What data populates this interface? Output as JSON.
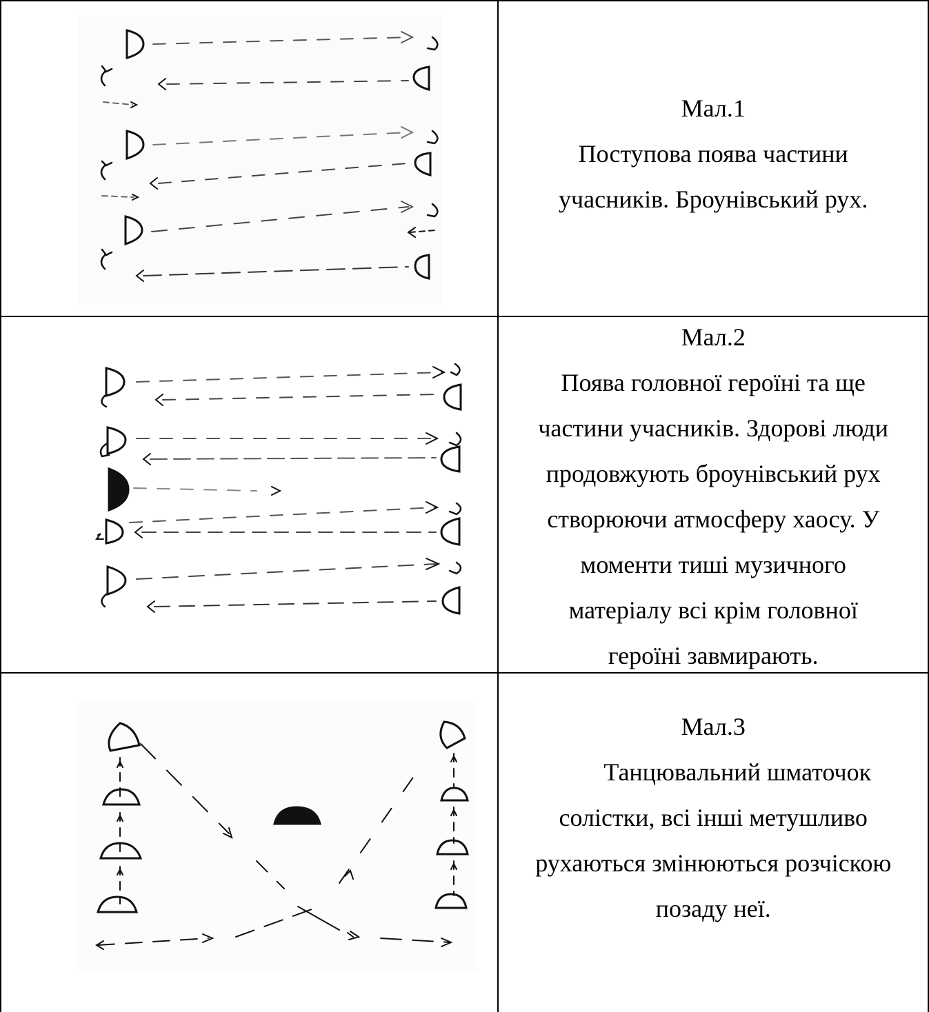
{
  "rows": [
    {
      "figure_icon": "dance-scheme-drawing",
      "title": "Мал.1",
      "lines": [
        "Поступова поява частини",
        "учасників. Броунівський рух."
      ]
    },
    {
      "figure_icon": "dance-scheme-drawing",
      "title": "Мал.2",
      "lines": [
        "Поява головної героїні та ще",
        "частини учасників. Здорові люди",
        "продовжують броунівський рух",
        "створюючи атмосферу хаосу. У",
        "моменти тиші музичного",
        "матеріалу всі крім головної",
        "героїні завмирають."
      ]
    },
    {
      "figure_icon": "dance-scheme-drawing",
      "title": "Мал.3",
      "lines": [
        "Танцювальний шматочок",
        "солістки, всі інші метушливо",
        "рухаються змінюються розчіскою",
        "позаду неї."
      ]
    }
  ]
}
